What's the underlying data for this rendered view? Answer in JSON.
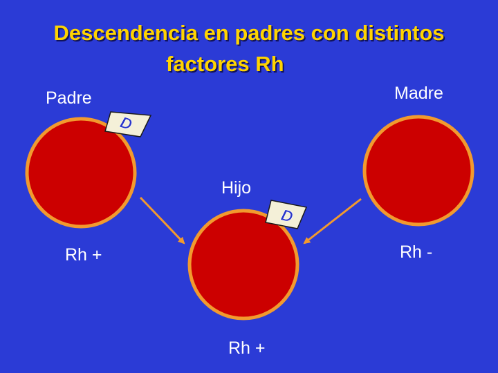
{
  "title": {
    "line1": "Descendencia en padres con distintos",
    "line2": "factores  Rh"
  },
  "father": {
    "label": "Padre",
    "rh": "Rh +",
    "antigen": "D"
  },
  "mother": {
    "label": "Madre",
    "rh": "Rh -"
  },
  "child": {
    "label": "Hijo",
    "rh": "Rh +",
    "antigen": "D"
  },
  "colors": {
    "background": "#2b3bd6",
    "title": "#ffd400",
    "cell_fill": "#cc0000",
    "cell_border": "#f29a2e",
    "arrow": "#f29a2e",
    "tag_fill": "#f4f0d8",
    "tag_text": "#2a36c8"
  }
}
